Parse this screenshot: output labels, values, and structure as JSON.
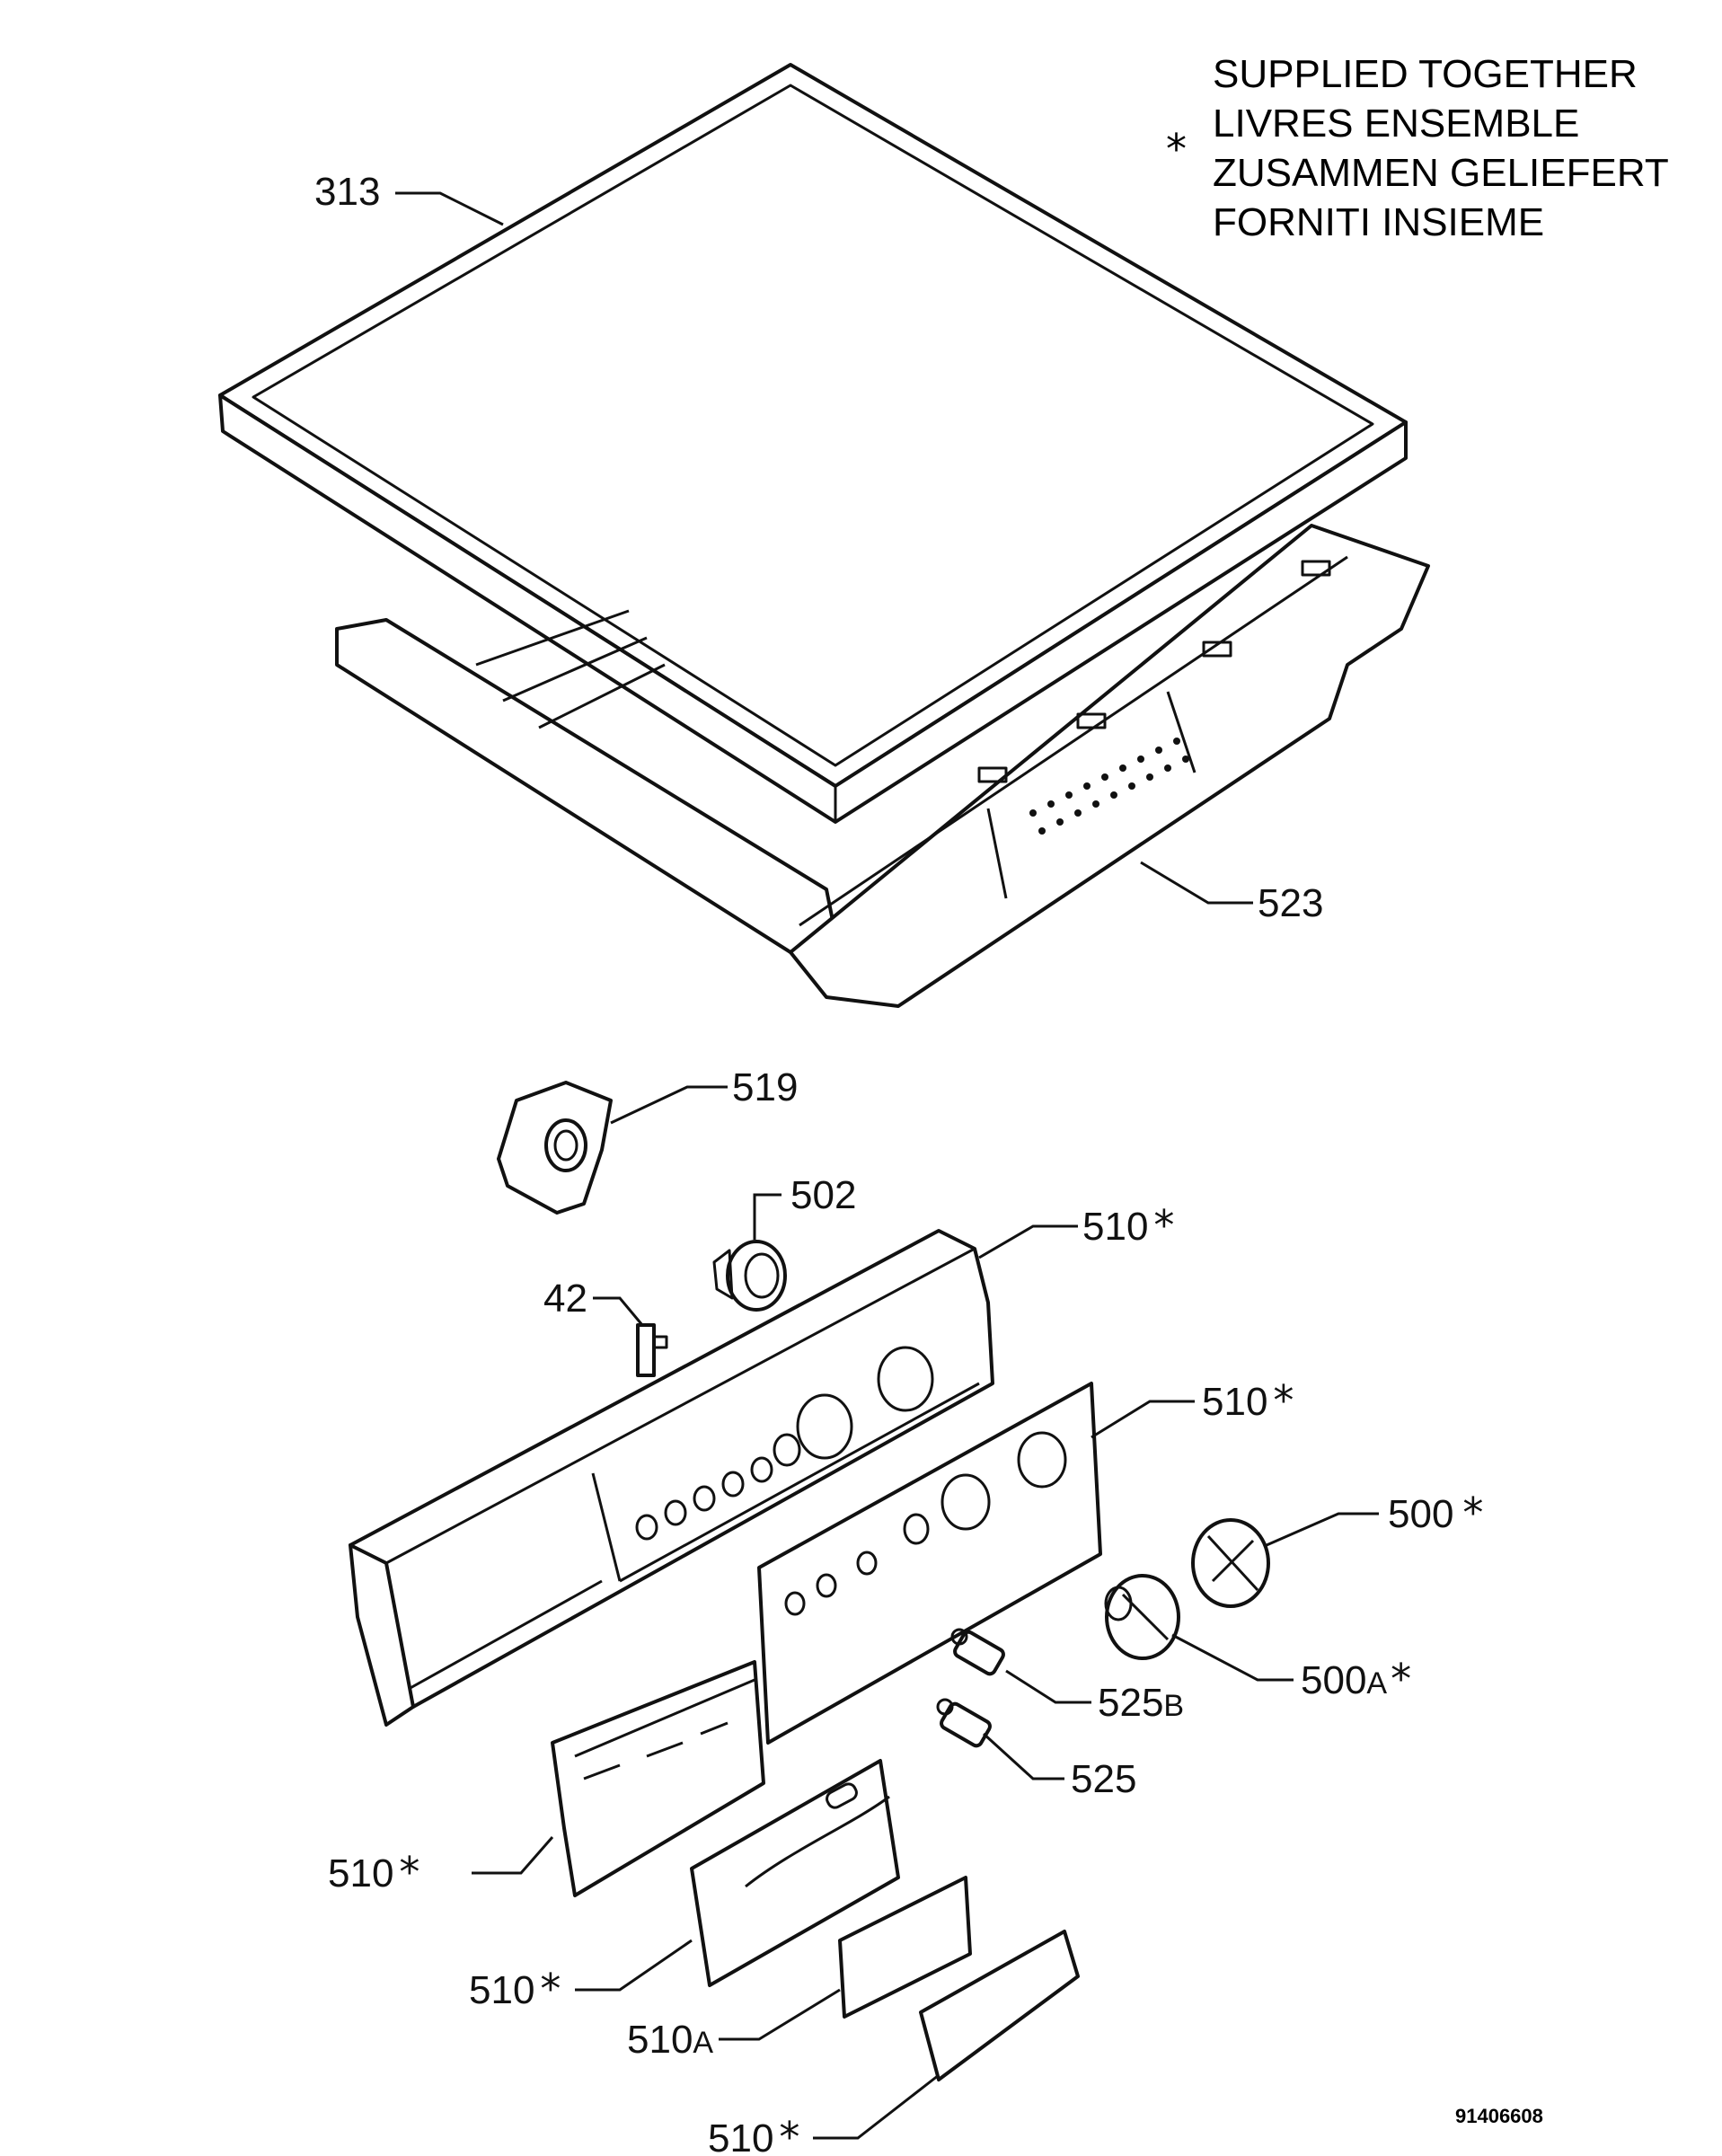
{
  "legend": {
    "symbol": "*",
    "lines": [
      "SUPPLIED TOGETHER",
      "LIVRES ENSEMBLE",
      "ZUSAMMEN GELIEFERT",
      "FORNITI INSIEME"
    ]
  },
  "callouts": [
    {
      "id": "313",
      "text": "313"
    },
    {
      "id": "523",
      "text": "523"
    },
    {
      "id": "519",
      "text": "519"
    },
    {
      "id": "502",
      "text": "502"
    },
    {
      "id": "510-top",
      "text": "510",
      "star": "*"
    },
    {
      "id": "42",
      "text": "42"
    },
    {
      "id": "510-panel",
      "text": "510",
      "star": "*"
    },
    {
      "id": "500",
      "text": "500",
      "star": "*"
    },
    {
      "id": "500A",
      "text": "500",
      "sub": "A",
      "star": "*"
    },
    {
      "id": "525B",
      "text": "525",
      "sub": "B"
    },
    {
      "id": "525",
      "text": "525"
    },
    {
      "id": "510-left",
      "text": "510",
      "star": "*"
    },
    {
      "id": "510-door",
      "text": "510",
      "star": "*"
    },
    {
      "id": "510A",
      "text": "510",
      "sub": "A"
    },
    {
      "id": "510-bottom",
      "text": "510",
      "star": "*"
    }
  ],
  "drawing_code": "91406608"
}
